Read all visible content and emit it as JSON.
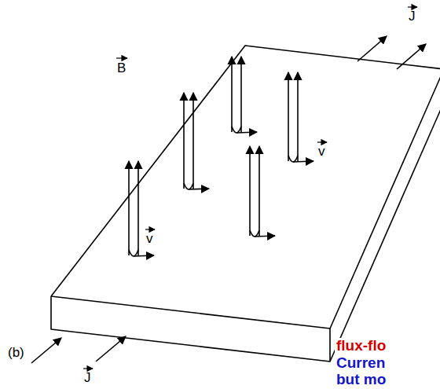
{
  "diagram": {
    "labels": [
      "B",
      "v",
      "v",
      "J",
      "J",
      "(b)",
      "flux-flo",
      "Curren",
      "but mo"
    ]
  }
}
